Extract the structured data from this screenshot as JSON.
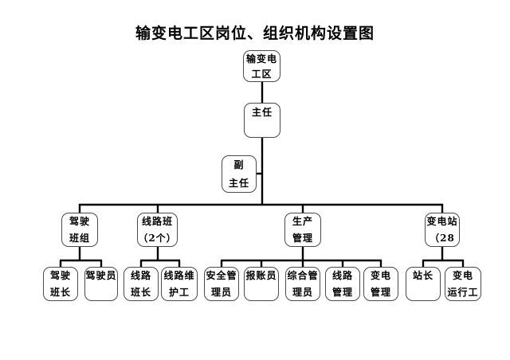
{
  "title": "输变电工区岗位、组织机构设置图",
  "org": {
    "root": {
      "l1": "输变电",
      "l2": "工区"
    },
    "director": {
      "l1": "主任",
      "l2": ""
    },
    "deputy": {
      "l1": "副",
      "l2": "主任"
    },
    "level2": [
      {
        "l1": "驾驶",
        "l2": "班组"
      },
      {
        "l1": "线路班",
        "l2": "（2个）"
      },
      {
        "l1": "生产",
        "l2": "管理"
      },
      {
        "l1": "变电站",
        "l2": "（28"
      }
    ],
    "level3": [
      {
        "l1": "驾驶",
        "l2": "班长"
      },
      {
        "l1": "驾驶员",
        "l2": ""
      },
      {
        "l1": "线路",
        "l2": "班长"
      },
      {
        "l1": "线路维",
        "l2": "护工"
      },
      {
        "l1": "安全管",
        "l2": "理员"
      },
      {
        "l1": "报账员",
        "l2": ""
      },
      {
        "l1": "综合管",
        "l2": "理员"
      },
      {
        "l1": "线路",
        "l2": "管理"
      },
      {
        "l1": "变电",
        "l2": "管理"
      },
      {
        "l1": "站长",
        "l2": ""
      },
      {
        "l1": "变电",
        "l2": "运行工"
      }
    ],
    "line_color": "#000000",
    "border_color": "#4a4a4a",
    "background_color": "#ffffff"
  }
}
